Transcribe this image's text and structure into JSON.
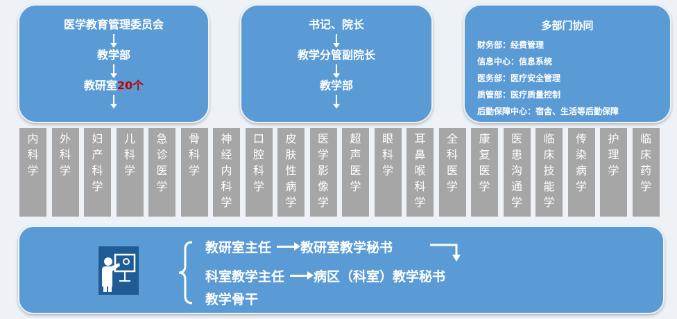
{
  "box1": {
    "items": [
      "医学教育管理委员会",
      "教学部",
      "教研室"
    ],
    "count": "20个"
  },
  "box2": {
    "items": [
      "书记、院长",
      "教学分管副院长",
      "教学部"
    ]
  },
  "box3": {
    "title": "多部门协同",
    "lines": [
      "财务部：经费管理",
      "信息中心：信息系统",
      "医务部：医疗安全管理",
      "质管部：医疗质量控制",
      "后勤保障中心：宿舍、生活等后勤保障"
    ]
  },
  "departments": [
    "内科学",
    "外科学",
    "妇产科学",
    "儿科学",
    "急诊医学",
    "骨科学",
    "神经内科学",
    "口腔科学",
    "皮肤性病学",
    "医学影像学",
    "超声医学",
    "眼科学",
    "耳鼻喉科学",
    "全科医学",
    "康复医学",
    "医患沟通学",
    "临床技能学",
    "传染病学",
    "护理学",
    "临床药学"
  ],
  "bottom": {
    "row1_a": "教研室主任",
    "row1_b": "教研室教学秘书",
    "row2_a": "科室教学主任",
    "row2_b": "病区（科室）教学秘书",
    "row3": "教学骨干"
  },
  "colors": {
    "box": "#5b9bd5",
    "column": "#a6a6a6",
    "accent": "#c00000",
    "icon": "#1f5c96"
  }
}
